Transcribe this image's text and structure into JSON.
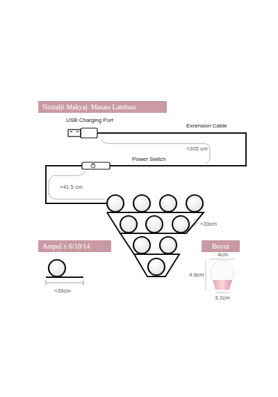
{
  "diagram": {
    "title": "Nostalji Makyaj  Masası Lambası",
    "nodes": [
      {
        "text": [
          "Ampul x 6/10/14"
        ]
      },
      {
        "text": [
          "Boyut"
        ]
      }
    ],
    "labels": [
      "USB Charging Port",
      "Exrension Cable",
      "≈105 cm",
      "Power Switch",
      "≈41.5 cm",
      "≈33cm",
      "≈33cm",
      "4cm",
      "4.8cm",
      "3.2cm"
    ]
  }
}
